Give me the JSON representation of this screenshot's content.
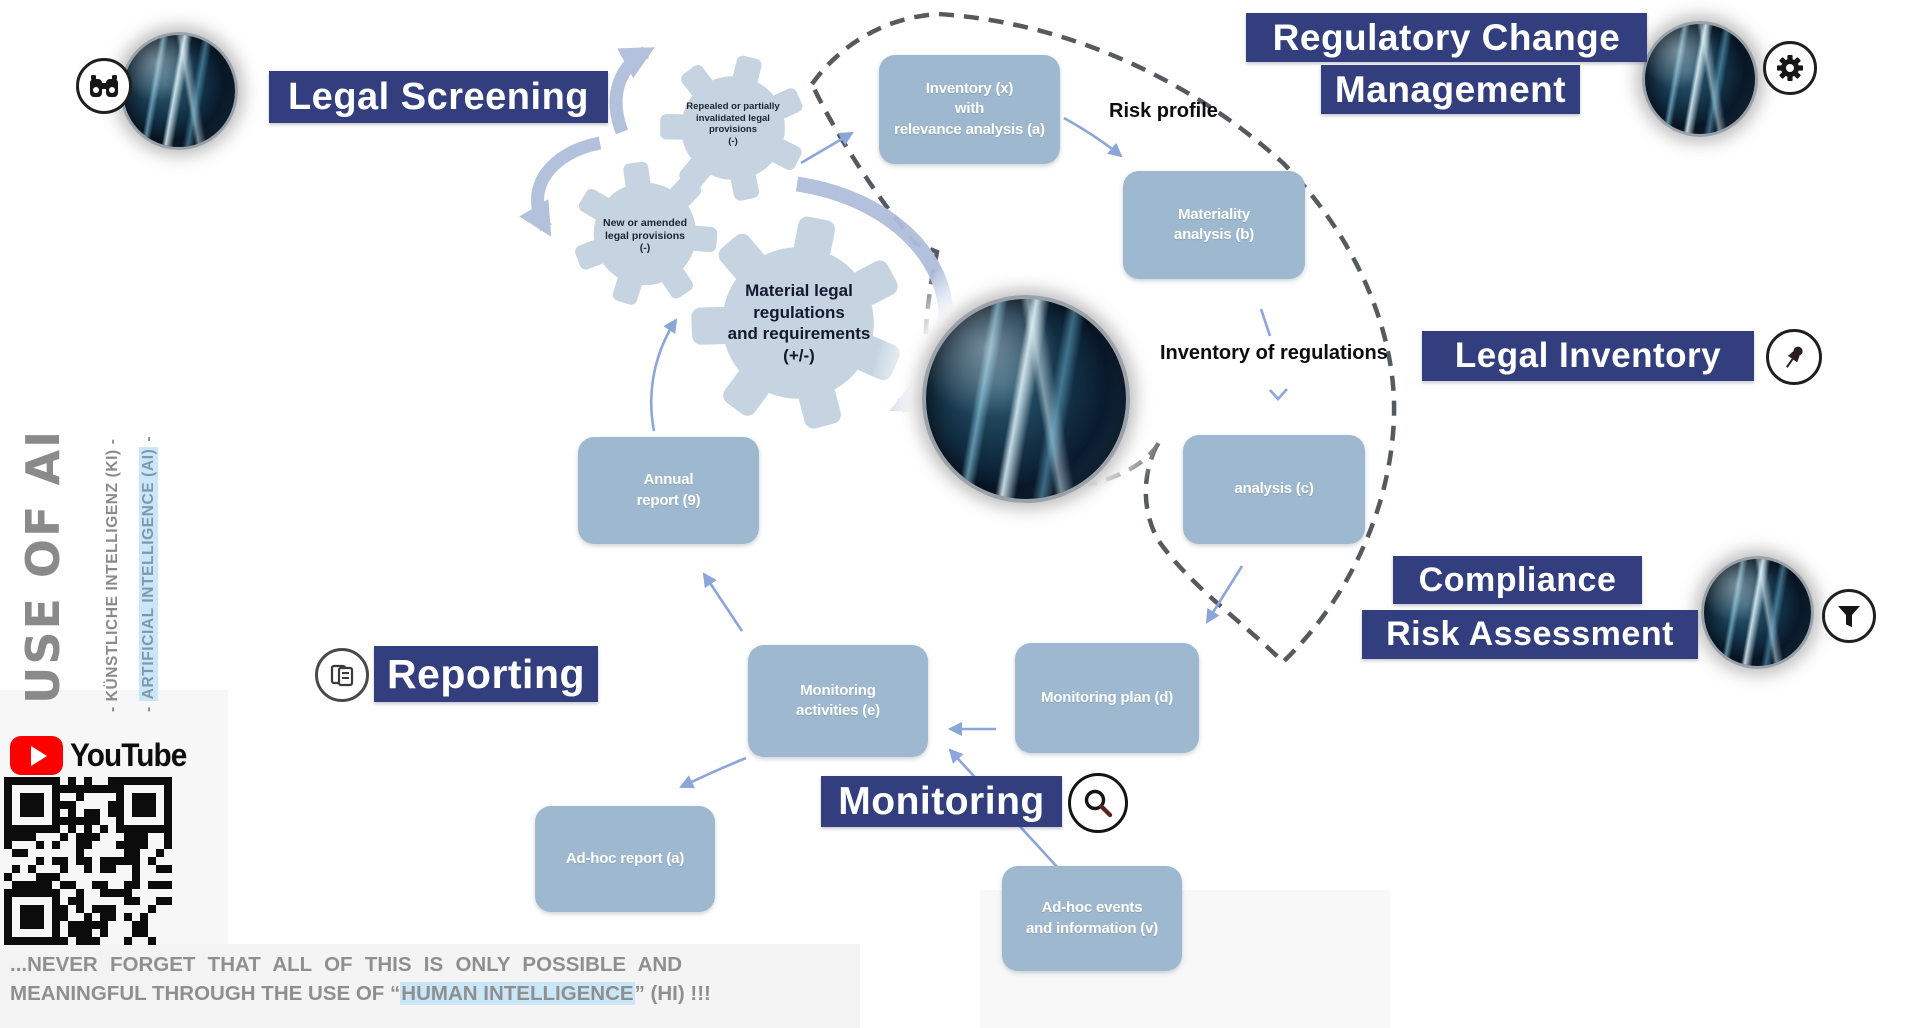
{
  "banners": {
    "legal_screening": "Legal Screening",
    "regulatory_change_line1": "Regulatory Change",
    "regulatory_change_line2": "Management",
    "legal_inventory": "Legal Inventory",
    "compliance": "Compliance",
    "risk_assessment": "Risk Assessment",
    "reporting": "Reporting",
    "monitoring": "Monitoring"
  },
  "gears": {
    "repealed": "Repealed or partially\ninvalidated legal\nprovisions\n(-)",
    "new_or_amended": "New or amended\nlegal provisions\n(-)",
    "material": "Material legal\nregulations\nand requirements\n(+/-)"
  },
  "boxes": {
    "inventory": "Inventory (x)\nwith\nrelevance analysis (a)",
    "materiality": "Materiality\nanalysis (b)",
    "analysis_c": "analysis (c)",
    "monitoring_plan": "Monitoring plan (d)",
    "monitoring_activities": "Monitoring\nactivities (e)",
    "adhoc_events": "Ad-hoc events\nand information (v)",
    "adhoc_report": "Ad-hoc report (a)",
    "annual_report": "Annual\nreport (9)"
  },
  "labels": {
    "risk_profile": "Risk profile",
    "inventory_of_regulations": "Inventory of regulations"
  },
  "sidebar": {
    "use_of_ai": "USE OF AI",
    "ki_line": "-  KÜNSTLICHE  INTELLIGENZ (KI)  -",
    "ai_pre": "-  ",
    "ai_highlight": "ARTIFICIAL  INTELLIGENCE (AI)",
    "ai_post": "  -",
    "youtube_label": "YouTube"
  },
  "footer": {
    "line1": "...NEVER FORGET THAT ALL OF THIS IS ONLY POSSIBLE AND",
    "line2_pre": "MEANINGFUL THROUGH THE USE OF “",
    "line2_highlight": "HUMAN INTELLIGENCE",
    "line2_post": "” (HI) !!!"
  },
  "icons": {
    "legal_screening": "binoculars-icon",
    "regulatory_change": "gear-icon",
    "legal_inventory": "pushpin-icon",
    "compliance_risk_assessment": "funnel-icon",
    "monitoring": "magnifier-icon",
    "reporting": "report-document-icon",
    "youtube": "youtube-play-icon",
    "qr": "qr-code"
  },
  "colors": {
    "banner_navy": "#323E7D",
    "box_blue": "#9EB9CF",
    "gear_blue": "#C6D4E1",
    "arc_blue": "#AFBEDC",
    "arrow_blue": "#8CA6DA",
    "dash_gray": "#565A5E",
    "highlight_blue": "#C9E7F8",
    "youtube_red": "#FF0000",
    "gray_text": "#8F8F8F"
  }
}
